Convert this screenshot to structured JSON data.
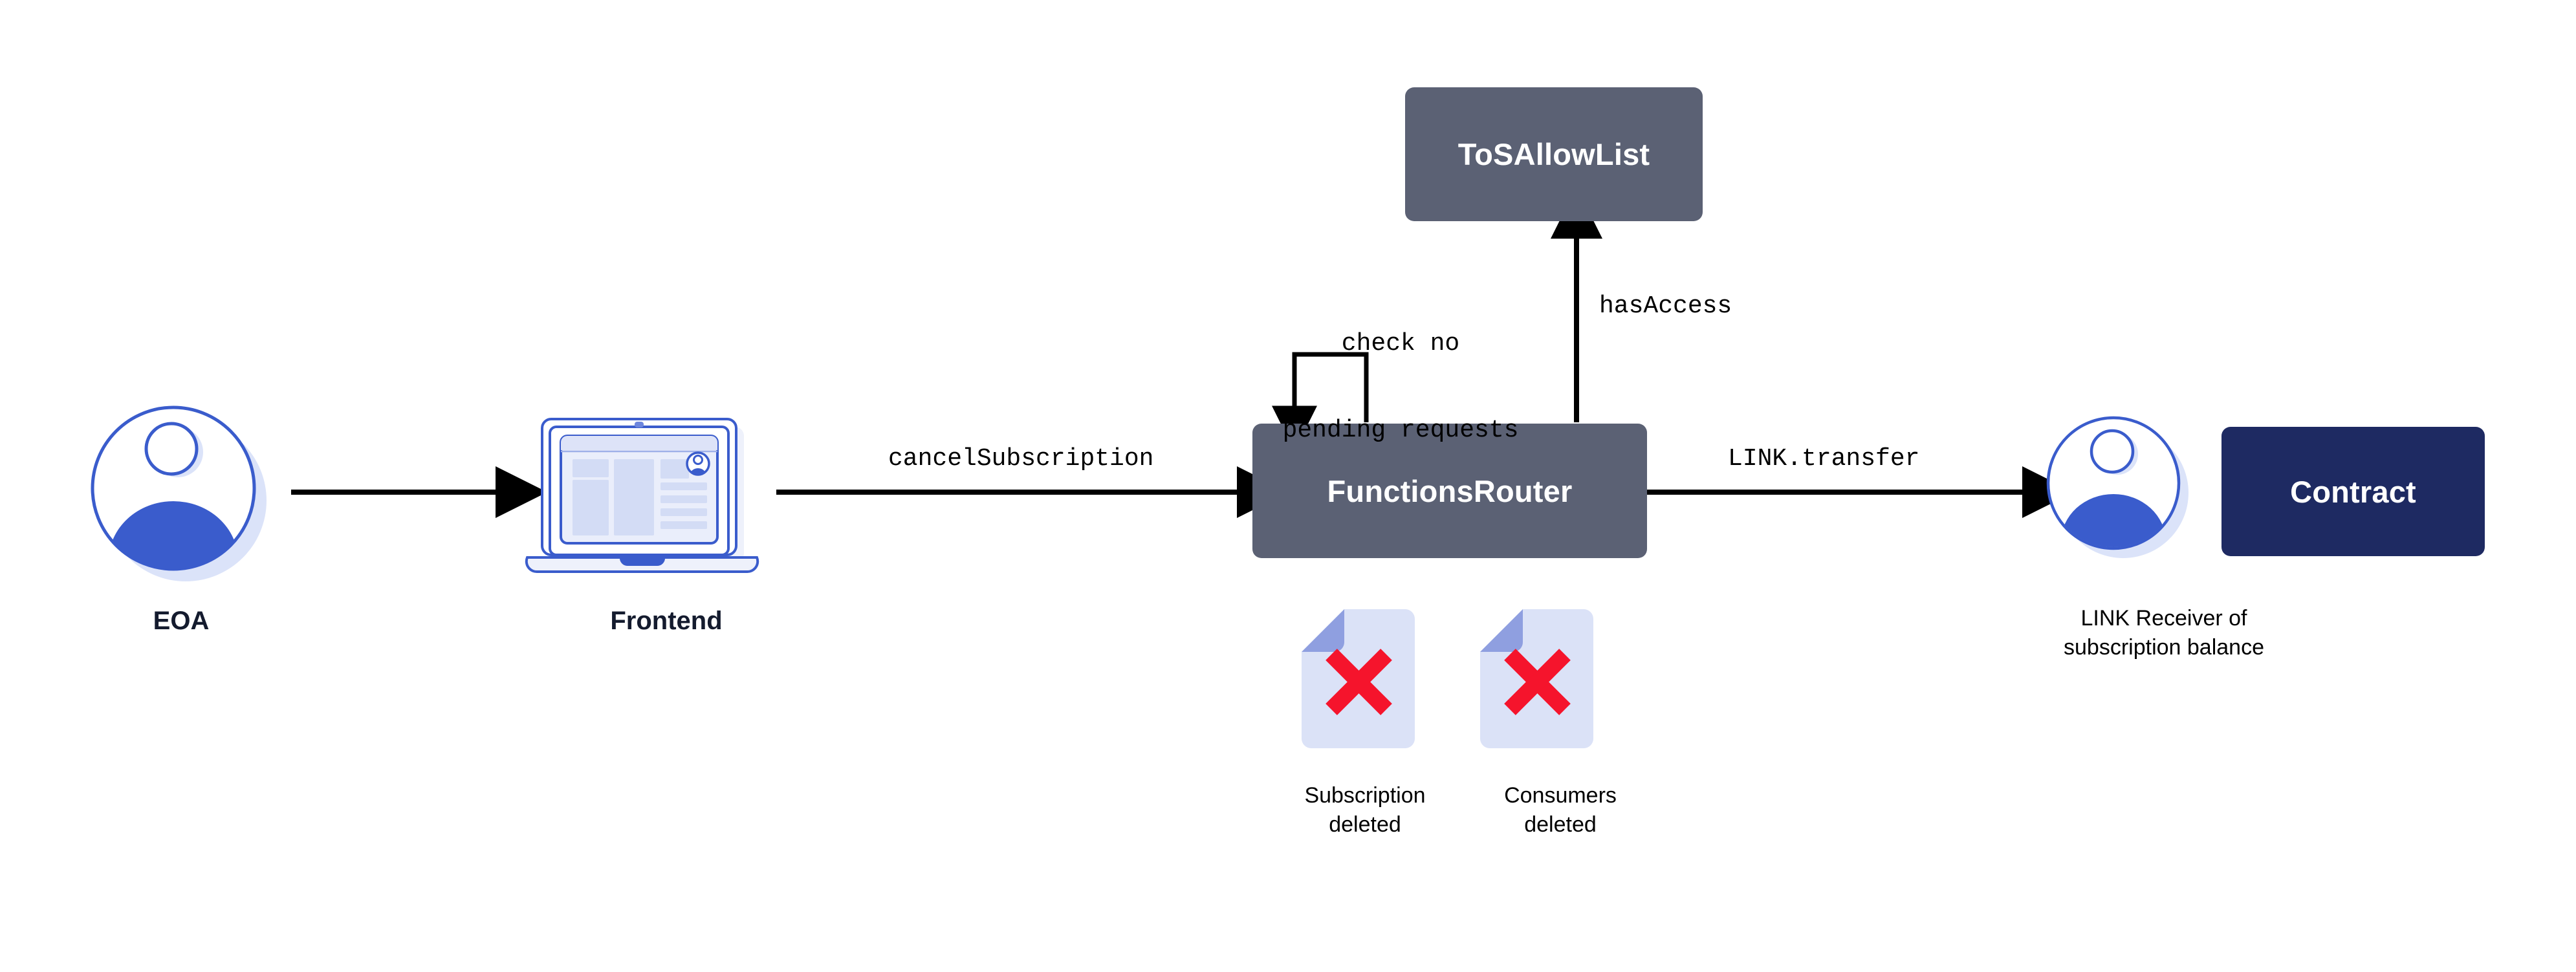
{
  "diagram": {
    "title": "Chainlink Functions cancelSubscription flow",
    "background": "#ffffff",
    "colors": {
      "node_gray": "#5b6174",
      "node_navy": "#1e2a62",
      "accent_blue": "#3a5ccc",
      "accent_blue_light": "#dbe3f9",
      "doc_body": "#dbe2f7",
      "doc_fold": "#8f9fe0",
      "x_red": "#f5142c",
      "edge_black": "#000000",
      "caption_navy": "#141b2e"
    }
  },
  "nodes": {
    "eoa": {
      "label": "EOA",
      "icon": "user-avatar-icon"
    },
    "frontend": {
      "label": "Frontend",
      "icon": "laptop-icon"
    },
    "tos_allow_list": {
      "label": "ToSAllowList"
    },
    "functions_router": {
      "label": "FunctionsRouter"
    },
    "link_receiver": {
      "caption_line1": "LINK Receiver of",
      "caption_line2": "subscription balance",
      "icon": "user-avatar-icon"
    },
    "contract": {
      "label": "Contract"
    }
  },
  "edges": [
    {
      "id": "eoa-to-frontend",
      "label": ""
    },
    {
      "id": "frontend-to-router",
      "label": "cancelSubscription"
    },
    {
      "id": "router-to-receiver",
      "label": "LINK.transfer"
    },
    {
      "id": "router-to-tos",
      "label": "hasAccess"
    },
    {
      "id": "router-self-loop",
      "label_line1": "check no",
      "label_line2": "pending requests"
    }
  ],
  "status_docs": [
    {
      "icon": "document-x-icon",
      "caption_line1": "Subscription",
      "caption_line2": "deleted"
    },
    {
      "icon": "document-x-icon",
      "caption_line1": "Consumers",
      "caption_line2": "deleted"
    }
  ]
}
